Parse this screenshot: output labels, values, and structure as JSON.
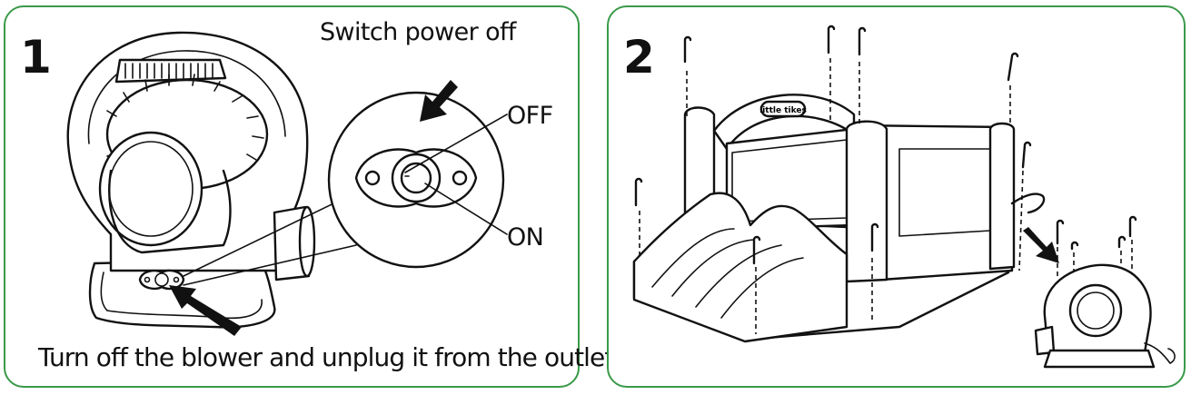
{
  "accent_color": "#3a9a4a",
  "step1": {
    "number": "1",
    "switch_label": "Switch power off",
    "off_label": "OFF",
    "on_label": "ON",
    "caption": "Turn off the blower and unplug it from the outlet."
  },
  "step2": {
    "number": "2",
    "brand_label": "little tikes"
  }
}
